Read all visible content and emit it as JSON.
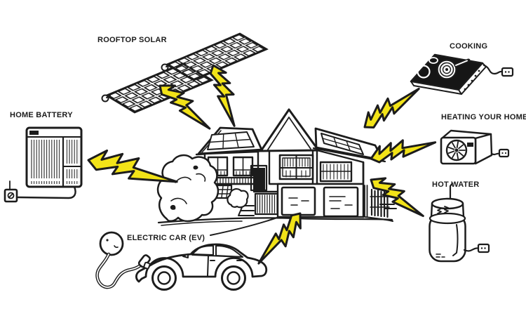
{
  "labels": {
    "rooftop_solar": "ROOFTOP SOLAR",
    "home_battery": "HOME BATTERY",
    "electric_car": "ELECTRIC CAR (EV)",
    "cooking": "COOKING",
    "heating": "HEATING YOUR HOME",
    "hot_water": "HOT WATER"
  },
  "colors": {
    "bolt_yellow": "#F2E318",
    "ink": "#1C1C1C",
    "background": "#FFFFFF"
  },
  "diagram": {
    "type": "illustrated-home-electrification-diagram",
    "center_node": "house",
    "nodes": [
      "rooftop-solar",
      "home-battery",
      "electric-car",
      "house",
      "cooking-cooktop",
      "heating-heat-pump",
      "hot-water-heater"
    ],
    "connections": [
      {
        "from": "rooftop-solar-left-panel",
        "to": "house",
        "via": "lightning-bolt"
      },
      {
        "from": "rooftop-solar-right-panel",
        "to": "house",
        "via": "lightning-bolt"
      },
      {
        "from": "home-battery",
        "to": "house",
        "via": "lightning-bolt"
      },
      {
        "from": "house",
        "to": "cooking-cooktop",
        "via": "lightning-bolt"
      },
      {
        "from": "house",
        "to": "heating-heat-pump",
        "via": "lightning-bolt"
      },
      {
        "from": "house",
        "to": "hot-water-heater",
        "via": "lightning-bolt"
      },
      {
        "from": "house",
        "to": "electric-car",
        "via": "lightning-bolt"
      }
    ]
  }
}
